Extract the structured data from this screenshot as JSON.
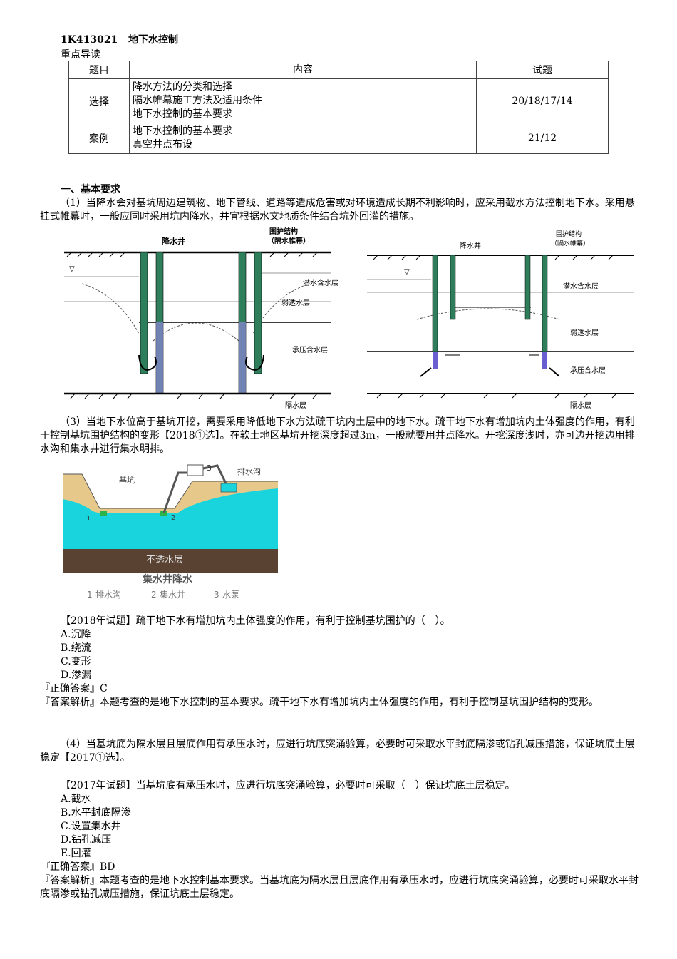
{
  "heading": {
    "code": "1K413021",
    "title": "地下水控制",
    "subtitle": "重点导读"
  },
  "table": {
    "headers": [
      "题目",
      "内容",
      "试题"
    ],
    "rows": [
      {
        "topic": "选择",
        "content": [
          "降水方法的分类和选择",
          "隔水帷幕施工方法及适用条件",
          "地下水控制的基本要求"
        ],
        "years": "20/18/17/14"
      },
      {
        "topic": "案例",
        "content": [
          "地下水控制的基本要求",
          "真空井点布设"
        ],
        "years": "21/12"
      }
    ]
  },
  "section1": {
    "heading": "一、基本要求",
    "para1": "（1）当降水会对基坑周边建筑物、地下管线、道路等造成危害或对环境造成长期不利影响时，应采用截水方法控制地下水。采用悬挂式帷幕时，一般应同时采用坑内降水，并宜根据水文地质条件结合坑外回灌的措施。"
  },
  "figure1": {
    "left": {
      "well": "降水井",
      "curtain": [
        "围护结构",
        "（隔水帷幕）"
      ],
      "layers": [
        "潜水含水层",
        "弱透水层",
        "承压含水层",
        "隔水层"
      ]
    },
    "right": {
      "well": "降水井",
      "curtain": [
        "围护结构",
        "（隔水帷幕）"
      ],
      "layers": [
        "潜水含水层",
        "弱透水层",
        "承压含水层",
        "隔水层"
      ]
    }
  },
  "para3": "（3）当地下水位高于基坑开挖，需要采用降低地下水方法疏干坑内土层中的地下水。疏干地下水有增加坑内土体强度的作用，有利于控制基坑围护结构的变形【2018①选】。在软土地区基坑开挖深度超过3m，一般就要用井点降水。开挖深度浅时，亦可边开挖边用排水沟和集水井进行集水明排。",
  "figure2": {
    "pit": "基坑",
    "ditch": "排水沟",
    "n3": "3",
    "n1": "1",
    "n2": "2",
    "impervious": "不透水层",
    "caption": "集水井降水",
    "legend": [
      "1-排水沟",
      "2-集水井",
      "3-水泵"
    ]
  },
  "q2018": {
    "stem": "【2018年试题】疏干地下水有增加坑内土体强度的作用，有利于控制基坑围护的（　）。",
    "options": [
      "A.沉降",
      "B.绕流",
      "C.变形",
      "D.渗漏"
    ],
    "answer": "『正确答案』C",
    "analysis": "『答案解析』本题考查的是地下水控制的基本要求。疏干地下水有增加坑内土体强度的作用，有利于控制基坑围护结构的变形。"
  },
  "para4": "（4）当基坑底为隔水层且层底作用有承压水时，应进行坑底突涌验算，必要时可采取水平封底隔渗或钻孔减压措施，保证坑底土层稳定【2017①选】。",
  "q2017": {
    "stem": "【2017年试题】当基坑底有承压水时，应进行坑底突涌验算，必要时可采取（　）保证坑底土层稳定。",
    "options": [
      "A.截水",
      "B.水平封底隔渗",
      "C.设置集水井",
      "D.钻孔减压",
      "E.回灌"
    ],
    "answer": "『正确答案』BD",
    "analysis": "『答案解析』本题考查的是地下水控制基本要求。当基坑底为隔水层且层底作用有承压水时，应进行坑底突涌验算，必要时可采取水平封底隔渗或钻孔减压措施，保证坑底土层稳定。"
  },
  "colors": {
    "pile": "#2e7d5b",
    "water": "#19d4dc",
    "soil": "#e6c98a",
    "impervious": "#5a4232"
  }
}
